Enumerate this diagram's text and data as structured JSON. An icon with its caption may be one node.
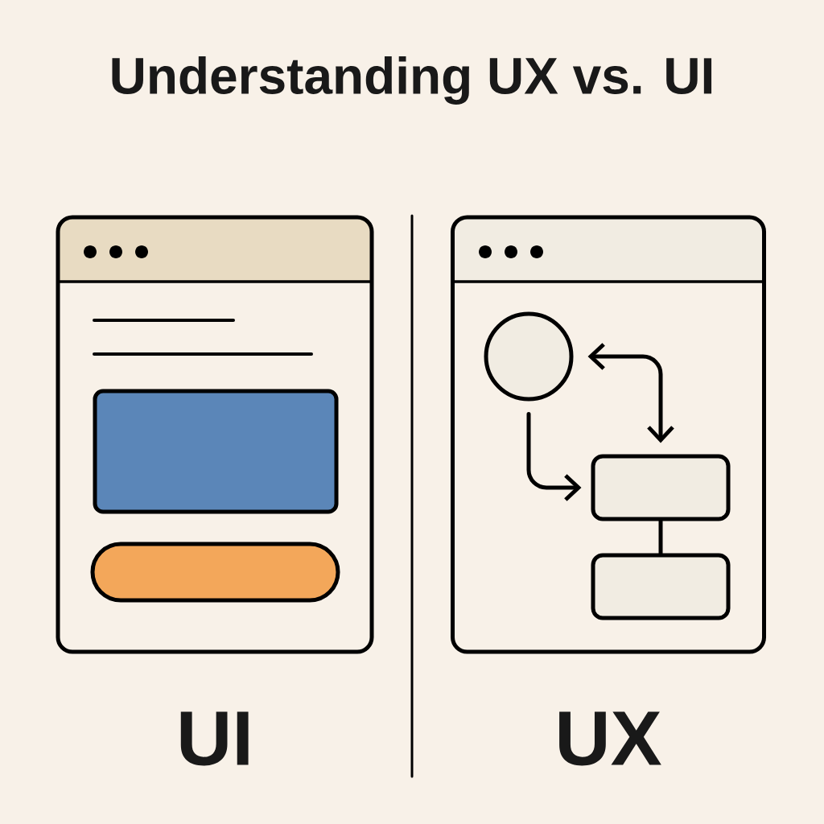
{
  "diagram": {
    "title": "Understanding UX vs. UI",
    "nodes": [
      {
        "text": [],
        "shape": "box",
        "beside": [
          "UI"
        ]
      },
      {
        "text": [],
        "shape": "box",
        "beside": [
          "UX"
        ]
      },
      {
        "text": [],
        "shape": "circle",
        "in": 1
      },
      {
        "text": [],
        "shape": "box",
        "in": 1
      },
      {
        "text": [],
        "shape": "box",
        "in": 1
      }
    ],
    "edges": [
      {
        "from": 2,
        "to": 3,
        "arrow": "to"
      },
      {
        "from": 3,
        "to": 2,
        "arrow": "both"
      },
      {
        "from": 3,
        "to": 4,
        "arrow": "none"
      }
    ]
  }
}
